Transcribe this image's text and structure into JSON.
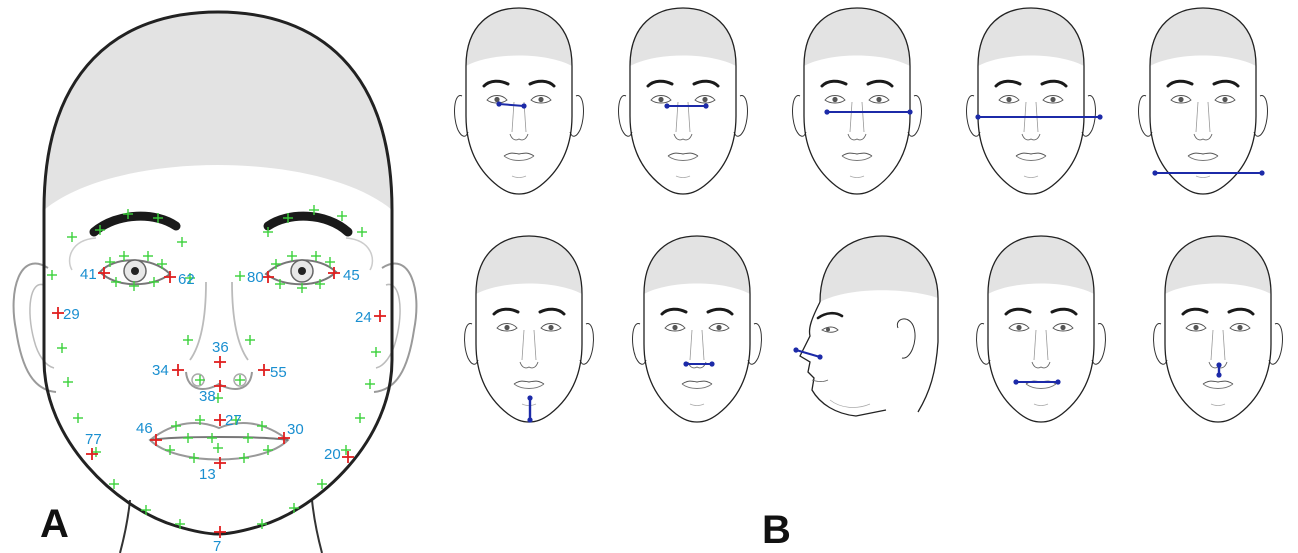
{
  "panels": {
    "a_label": "A",
    "b_label": "B"
  },
  "colors": {
    "outline": "#222222",
    "scalp": "#e3e3e3",
    "brow": "#1a1a1a",
    "green_marker": "#3ad13a",
    "red_marker": "#e02020",
    "label": "#1a8fd0",
    "measure_line": "#1c2aa8"
  },
  "labeled_landmarks": [
    {
      "id": "41"
    },
    {
      "id": "62"
    },
    {
      "id": "80"
    },
    {
      "id": "45"
    },
    {
      "id": "29"
    },
    {
      "id": "24"
    },
    {
      "id": "36"
    },
    {
      "id": "34"
    },
    {
      "id": "55"
    },
    {
      "id": "38"
    },
    {
      "id": "27"
    },
    {
      "id": "46"
    },
    {
      "id": "30"
    },
    {
      "id": "77"
    },
    {
      "id": "20"
    },
    {
      "id": "13"
    },
    {
      "id": "7"
    }
  ],
  "unlabeled_landmark_count": 58,
  "measurements": [
    {
      "face": 1,
      "span": "right eye width",
      "view": "front"
    },
    {
      "face": 2,
      "span": "inner eye distance",
      "view": "front"
    },
    {
      "face": 3,
      "span": "outer eye distance",
      "view": "front"
    },
    {
      "face": 4,
      "span": "face width at eyes",
      "view": "front"
    },
    {
      "face": 5,
      "span": "jaw width",
      "view": "front"
    },
    {
      "face": 6,
      "span": "lip to chin",
      "view": "front"
    },
    {
      "face": 7,
      "span": "nose width",
      "view": "front"
    },
    {
      "face": 8,
      "span": "nose depth",
      "view": "profile"
    },
    {
      "face": 9,
      "span": "mouth width",
      "view": "front"
    },
    {
      "face": 10,
      "span": "nose to lip",
      "view": "front"
    }
  ]
}
